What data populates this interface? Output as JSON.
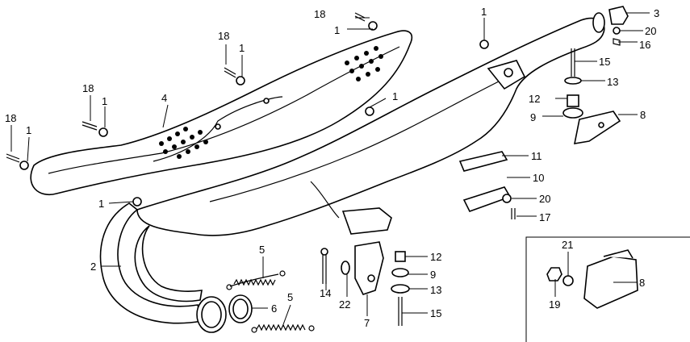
{
  "diagram": {
    "callouts": [
      "3",
      "20",
      "16",
      "15",
      "13",
      "12",
      "9",
      "8",
      "11",
      "10",
      "20",
      "17",
      "1",
      "18",
      "1",
      "18",
      "1",
      "4",
      "18",
      "1",
      "18",
      "1",
      "1",
      "1",
      "2",
      "5",
      "6",
      "5",
      "14",
      "22",
      "7",
      "12",
      "9",
      "13",
      "15",
      "21",
      "8",
      "19"
    ]
  }
}
